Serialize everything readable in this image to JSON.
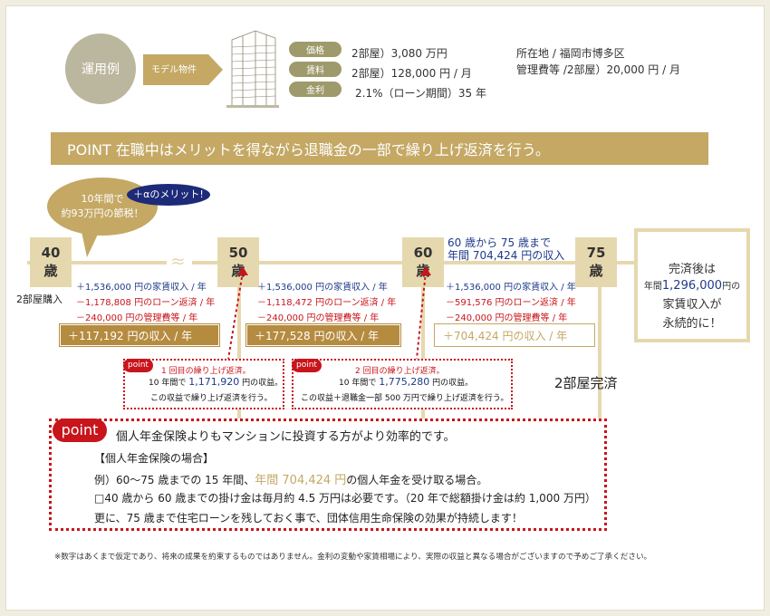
{
  "header": {
    "circle_label": "運用例",
    "model_label": "モデル物件",
    "rows": [
      {
        "pill": "価格",
        "text": "2部屋）3,080 万円"
      },
      {
        "pill": "賃料",
        "text": "2部屋）128,000 円 / 月"
      },
      {
        "pill": "金利",
        "text": "2.1%（ローン期間）35 年"
      }
    ],
    "location": "所在地 / 福岡市博多区",
    "mgmt_fee": "管理費等 /2部屋）20,000 円 / 月"
  },
  "point_banner": "POINT 在職中はメリットを得ながら退職金の一部で繰り上げ返済を行う。",
  "bubble": {
    "line1": "10年間で",
    "line2": "約93万円の節税！",
    "merit": "＋αのメリット!"
  },
  "timeline": {
    "age40": {
      "num": "40",
      "unit": "歳"
    },
    "age50": {
      "num": "50",
      "unit": "歳"
    },
    "age60": {
      "num": "60",
      "unit": "歳"
    },
    "age75": {
      "num": "75",
      "unit": "歳"
    },
    "buy_label": "2部屋購入",
    "wave": "≈",
    "note_60_75_line1": "60 歳から 75 歳まで",
    "note_60_75_line2": "年間 704,424 円の収入",
    "complete_label": "2部屋完済"
  },
  "period1": {
    "rent": "＋1,536,000 円の家賃収入 / 年",
    "loan": "－1,178,808 円のローン返済 / 年",
    "mgmt": "－240,000 円の管理費等 / 年",
    "income": "＋117,192 円の収入 / 年"
  },
  "period2": {
    "rent": "＋1,536,000 円の家賃収入 / 年",
    "loan": "－1,118,472 円のローン返済 / 年",
    "mgmt": "－240,000 円の管理費等 / 年",
    "income": "＋177,528 円の収入 / 年"
  },
  "period3": {
    "rent": "＋1,536,000 円の家賃収入 / 年",
    "loan": "－591,576 円のローン返済 / 年",
    "mgmt": "－240,000 円の管理費等 / 年",
    "income": "＋704,424 円の収入 / 年"
  },
  "repay1": {
    "badge": "point",
    "title": "1 回目の繰り上げ返済。",
    "line_a": "10 年間で",
    "amount": "1,171,920",
    "line_b": "円の収益。",
    "line2": "この収益で繰り上げ返済を行う。"
  },
  "repay2": {
    "badge": "point",
    "title": "2 回目の繰り上げ返済。",
    "line_a": "10 年間で",
    "amount": "1,775,280",
    "line_b": "円の収益。",
    "line2": "この収益＋退職金一部 500 万円で繰り上げ返済を行う。"
  },
  "final": {
    "line1": "完済後は",
    "line2a": "年間",
    "line2b": "1,296,000",
    "line2c": "円の",
    "line3": "家賃収入が",
    "line4": "永続的に！"
  },
  "big_point": {
    "badge": "point",
    "headline": "個人年金保険よりもマンションに投資する方がより効率的です。",
    "sub": "【個人年金保険の場合】",
    "ex_a": "例）60～75 歳までの 15 年間、",
    "ex_b": "年間 704,424 円",
    "ex_c": "の個人年金を受け取る場合。",
    "line2": "□40 歳から 60 歳までの掛け金は毎月約 4.5 万円は必要です。（20 年で総額掛け金は約 1,000 万円）",
    "line3": "更に、75 歳まで住宅ローンを残しておく事で、団体信用生命保険の効果が持続します！"
  },
  "footnote": "※数字はあくまで仮定であり、将来の成果を約束するものではありません。金利の変動や家賃相場により、実際の収益と異なる場合がございますので予めご了承ください。",
  "colors": {
    "gold": "#c4a864",
    "beige": "#e6d8ae",
    "navy": "#1f3a8a",
    "red": "#c8151c"
  }
}
